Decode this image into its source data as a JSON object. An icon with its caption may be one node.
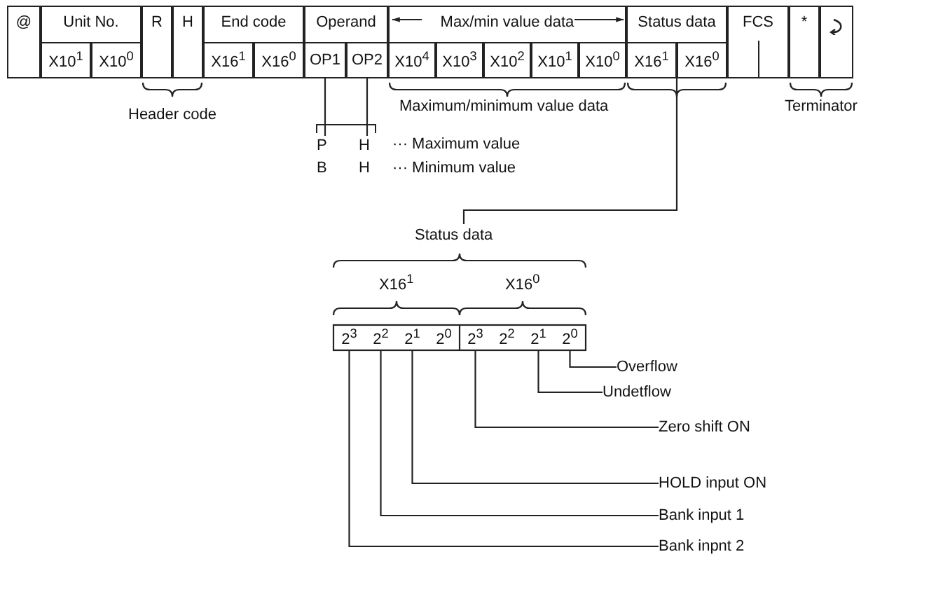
{
  "diagram": {
    "nodes": [
      {
        "text": [
          "@"
        ]
      },
      {
        "text": [
          "Unit No."
        ]
      },
      {
        "text": [
          "X10$^{1}$"
        ],
        "in": 1
      },
      {
        "text": [
          "X10$^{0}$"
        ],
        "in": 1
      },
      {
        "text": [
          "R"
        ]
      },
      {
        "text": [
          "H"
        ]
      },
      {
        "text": [
          "End code"
        ]
      },
      {
        "text": [
          "X16$^{1}$"
        ],
        "in": 6
      },
      {
        "text": [
          "X16$^{0}$"
        ],
        "in": 6
      },
      {
        "text": [
          "Operand"
        ]
      },
      {
        "text": [
          "OP1"
        ],
        "in": 9
      },
      {
        "text": [
          "OP2"
        ],
        "in": 9
      },
      {
        "text": [
          "Max/min value data"
        ]
      },
      {
        "text": [
          "X10$^{4}$"
        ],
        "in": 12
      },
      {
        "text": [
          "X10$^{3}$"
        ],
        "in": 12
      },
      {
        "text": [
          "X10$^{2}$"
        ],
        "in": 12
      },
      {
        "text": [
          "X10$^{1}$"
        ],
        "in": 12
      },
      {
        "text": [
          "X10$^{0}$"
        ],
        "in": 12
      },
      {
        "text": [
          "Status data"
        ]
      },
      {
        "text": [
          "X16$^{1}$"
        ],
        "in": 18
      },
      {
        "text": [
          "X16$^{0}$"
        ],
        "in": 18
      },
      {
        "text": [
          "FCS"
        ]
      },
      {
        "text": [
          "*"
        ]
      },
      {
        "text": [],
        "shape": "box"
      },
      {
        "text": [
          "Status data"
        ]
      },
      {
        "text": [
          "2$^{3}$"
        ]
      },
      {
        "text": [
          "2$^{2}$"
        ]
      },
      {
        "text": [
          "2$^{1}$"
        ]
      },
      {
        "text": [
          "2$^{0}$"
        ]
      },
      {
        "text": [
          "2$^{3}$"
        ]
      },
      {
        "text": [
          "2$^{2}$"
        ]
      },
      {
        "text": [
          "2$^{1}$"
        ]
      },
      {
        "text": [
          "2$^{0}$"
        ]
      },
      {
        "text": [
          "Overflow"
        ]
      },
      {
        "text": [
          "Undetflow"
        ]
      },
      {
        "text": [
          "Zero shift ON"
        ]
      },
      {
        "text": [
          "HOLD input ON"
        ]
      },
      {
        "text": [
          "Bank input 1"
        ]
      },
      {
        "text": [
          "Bank inpnt 2"
        ]
      },
      {
        "text": [
          "P"
        ]
      },
      {
        "text": [
          "H"
        ]
      }
    ],
    "edges": [
      {
        "from": 10,
        "to": 39,
        "arrow": "none"
      },
      {
        "from": 11,
        "to": 40,
        "arrow": "none"
      },
      {
        "from": 18,
        "to": 24,
        "arrow": "none"
      },
      {
        "from": 32,
        "to": 33,
        "arrow": "none"
      },
      {
        "from": 31,
        "to": 34,
        "arrow": "none"
      },
      {
        "from": 29,
        "to": 35,
        "arrow": "none"
      },
      {
        "from": 27,
        "to": 36,
        "arrow": "none"
      },
      {
        "from": 26,
        "to": 37,
        "arrow": "none"
      },
      {
        "from": 25,
        "to": 38,
        "arrow": "none"
      }
    ],
    "labels": [
      "Header code",
      "Maximum/minimum value data",
      "Terminator",
      "··· Maximum value",
      "B",
      "H",
      "··· Minimum value",
      "X16$^{1}$",
      "X16$^{0}$"
    ]
  }
}
